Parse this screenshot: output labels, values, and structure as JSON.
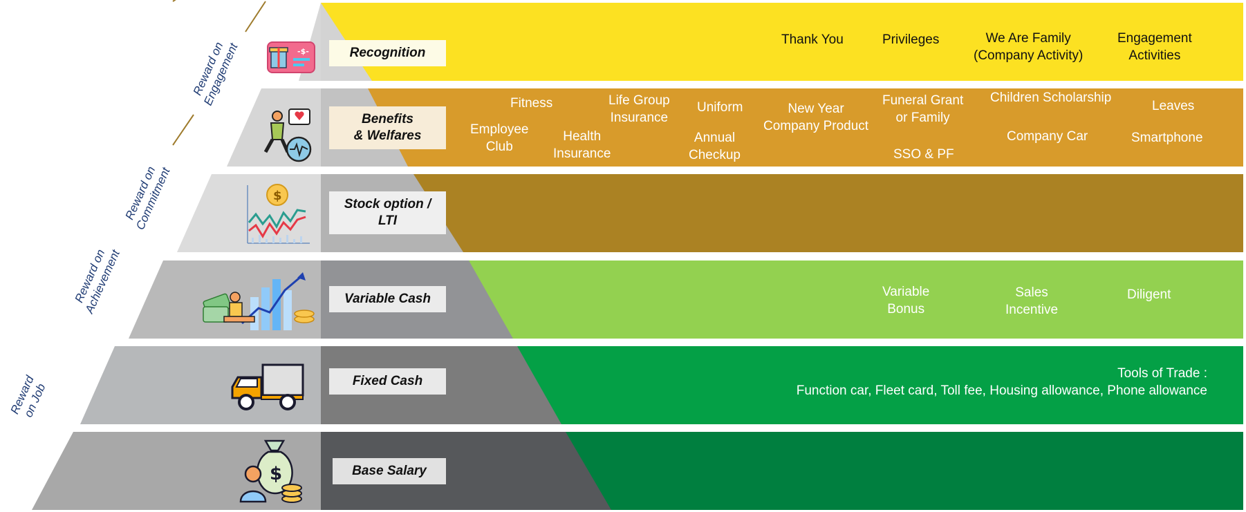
{
  "colors": {
    "row_recognition": "#fce122",
    "row_benefits": "#d89b2b",
    "row_stock": "#ab8223",
    "row_variable": "#93d150",
    "row_fixed": "#04a046",
    "row_base": "#007f3f",
    "pyramid_light": "#d8d8d8",
    "pyramid_dark": "#56585b",
    "divider_line": "#9e7b2c",
    "side_label": "#1f3b73"
  },
  "tiers": [
    {
      "label": "Recognition",
      "icon": "gift-card-icon"
    },
    {
      "label": "Benefits\n& Welfares",
      "icon": "health-benefit-icon"
    },
    {
      "label": "Stock option /\nLTI",
      "icon": "stock-chart-icon"
    },
    {
      "label": "Variable Cash",
      "icon": "growth-money-icon"
    },
    {
      "label": "Fixed Cash",
      "icon": "truck-icon"
    },
    {
      "label": "Base Salary",
      "icon": "salary-bag-icon"
    }
  ],
  "items": {
    "recognition": [
      "Thank You",
      "Privileges",
      "We Are Family\n(Company Activity)",
      "Engagement\nActivities"
    ],
    "benefits": [
      "Fitness",
      "Employee\nClub",
      "Life Group\nInsurance",
      "Health\nInsurance",
      "Uniform",
      "Annual\nCheckup",
      "New Year\nCompany Product",
      "Funeral Grant\nor Family",
      "SSO & PF",
      "Children Scholarship",
      "Company Car",
      "Leaves",
      "Smartphone"
    ],
    "variable": [
      "Variable\nBonus",
      "Sales\nIncentive",
      "Diligent"
    ],
    "fixed": [
      "Tools of Trade :",
      "Function car, Fleet card, Toll fee, Housing allowance, Phone allowance"
    ]
  },
  "side_labels": [
    "Reward on\nEngagement",
    "Reward on\nCommitment",
    "Reward on\nAchievement",
    "Reward\non Job"
  ]
}
